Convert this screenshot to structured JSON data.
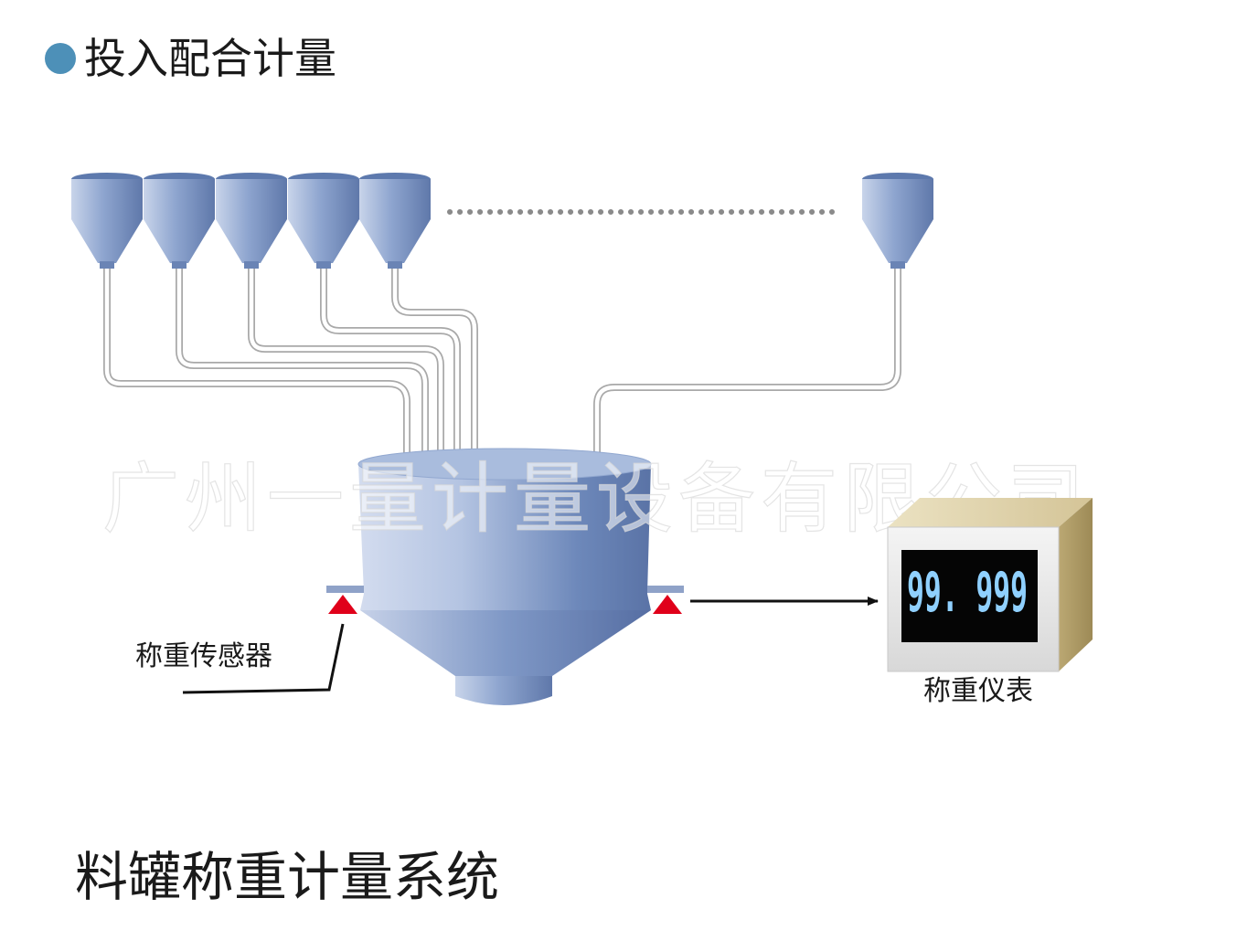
{
  "header": {
    "title": "投入配合计量",
    "bullet_color": "#4d90b8"
  },
  "watermark": "广州一量计量设备有限公司",
  "load_cell_label": "称重传感器",
  "indicator": {
    "readout": "99. 999",
    "label": "称重仪表",
    "display_text_color": "#8fd0ff"
  },
  "caption": "料罐称重计量系统",
  "colors": {
    "tank_blue": "#6d88ba",
    "pipe_white": "#ffffff",
    "load_cell_red": "#e0001a",
    "arrow": "#111111",
    "indicator_body": "#b09c68"
  }
}
